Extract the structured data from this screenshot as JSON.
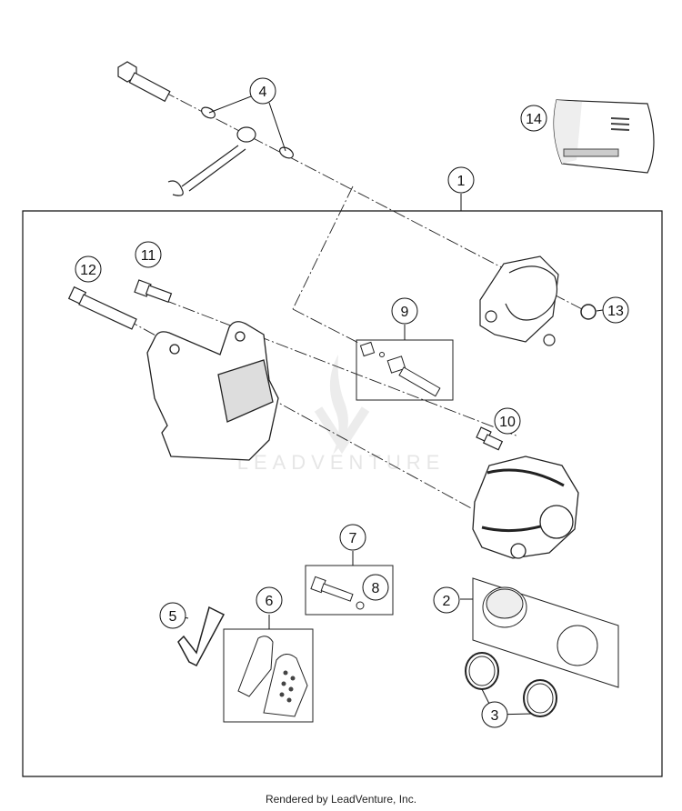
{
  "callouts": [
    "1",
    "2",
    "3",
    "4",
    "5",
    "6",
    "7",
    "8",
    "9",
    "10",
    "11",
    "12",
    "13",
    "14"
  ],
  "watermark": "LEADVENTURE",
  "footer": "Rendered by LeadVenture, Inc."
}
